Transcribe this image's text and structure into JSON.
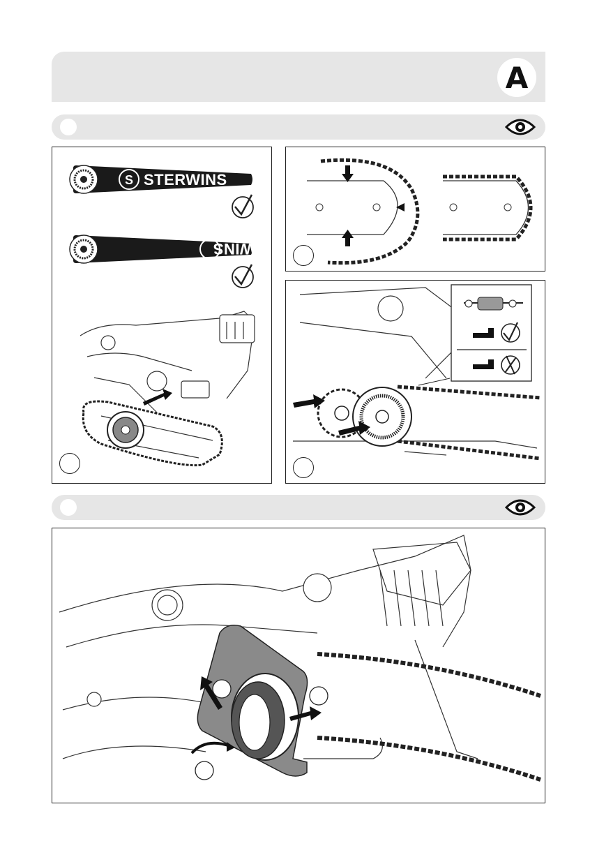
{
  "header": {
    "badge_letter": "A"
  },
  "panel1": {
    "brand_top": "STERWINS",
    "brand_flipped": "STERWINS"
  },
  "icons": {
    "eye": "eye-icon",
    "check": "check-circle-icon",
    "cross": "cross-circle-icon",
    "arrow": "arrow-icon"
  }
}
